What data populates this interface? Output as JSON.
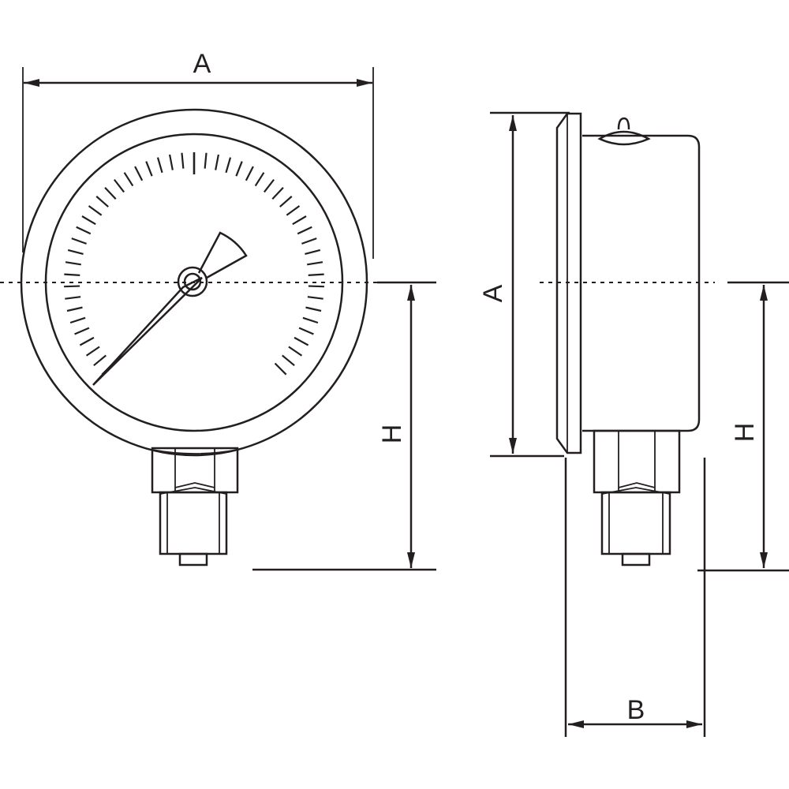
{
  "labels": {
    "front_width": "A",
    "front_height": "H",
    "side_height": "A",
    "side_height_h": "H",
    "side_depth": "B"
  },
  "dial": {
    "major_ticks": 11,
    "minor_per_major": 5
  },
  "colors": {
    "line": "#231f20",
    "background": "#ffffff"
  }
}
